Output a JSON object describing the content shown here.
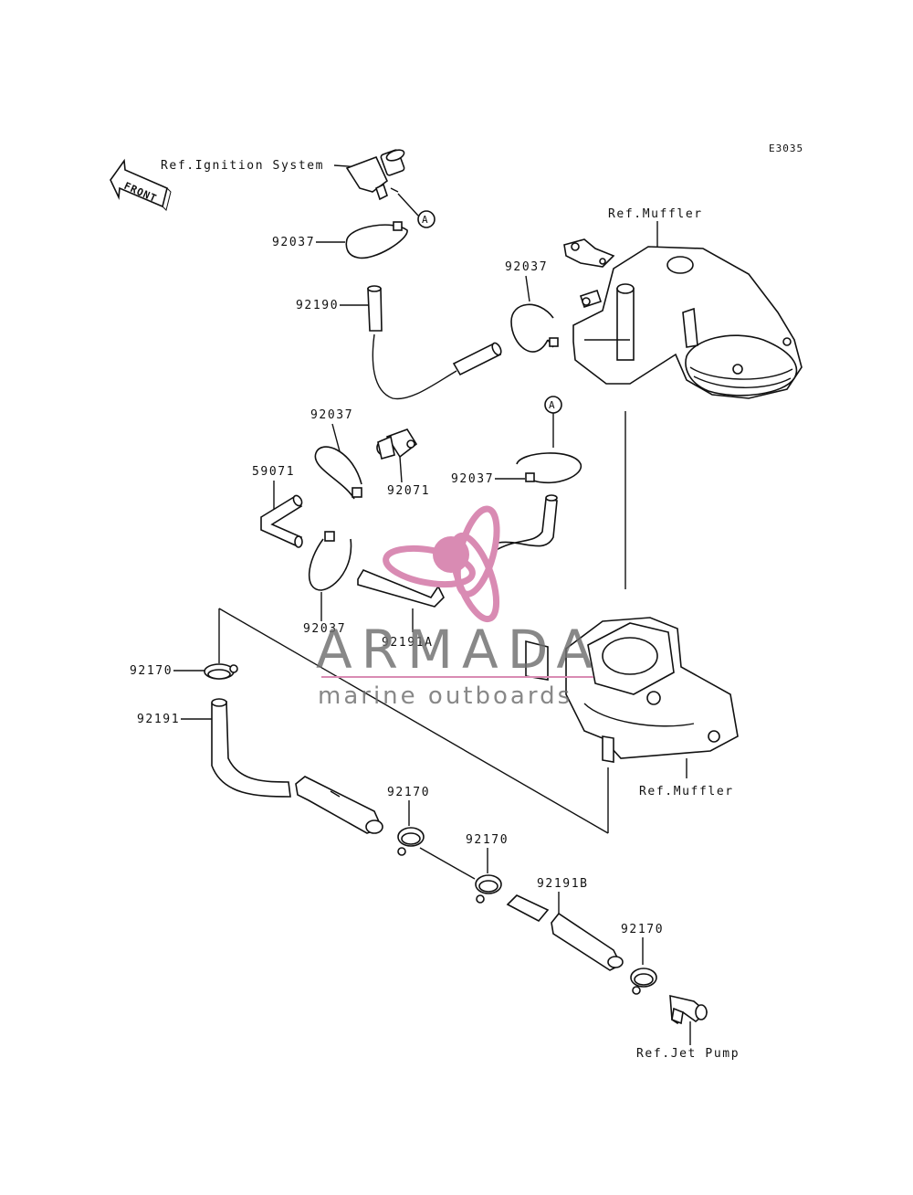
{
  "diagram_code": "E3035",
  "front_label": "FRONT",
  "refs": {
    "ignition": "Ref.Ignition System",
    "muffler_top": "Ref.Muffler",
    "muffler_bottom": "Ref.Muffler",
    "jet_pump": "Ref.Jet Pump"
  },
  "circle_marker": "A",
  "parts": {
    "p92037_a": "92037",
    "p92190": "92190",
    "p92037_b": "92037",
    "p92037_c": "92037",
    "p92071": "92071",
    "p59071": "59071",
    "p92037_d": "92037",
    "p92037_e": "92037",
    "p92191a": "92191A",
    "p92170_a": "92170",
    "p92191": "92191",
    "p92170_b": "92170",
    "p92170_c": "92170",
    "p92191b": "92191B",
    "p92170_d": "92170"
  },
  "watermark": {
    "brand": "ARMADA",
    "tagline": "marine outboards",
    "accent_color": "#d98bb3"
  }
}
